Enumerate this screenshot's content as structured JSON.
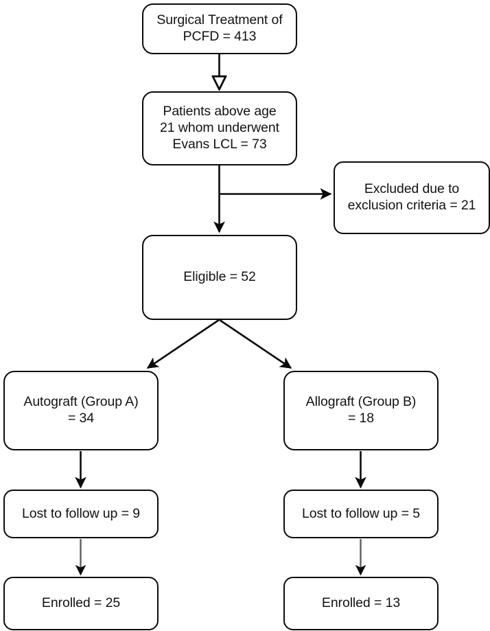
{
  "diagram": {
    "title": "Surgical Treatment of PCFD study flow diagram",
    "type": "flowchart",
    "stroke_color": "#0a0a0a",
    "fill_color": "#ffffff",
    "text_color": "#121212"
  },
  "nodes": {
    "source": {
      "id": "source",
      "label": "Surgical Treatment of\nPCFD = 413",
      "count": 413
    },
    "screened": {
      "id": "screened",
      "label": "Patients above age\n21 whom underwent\nEvans LCL = 73",
      "count": 73
    },
    "excluded": {
      "id": "excluded",
      "label": "Excluded due to\nexclusion criteria = 21",
      "count": 21
    },
    "eligible": {
      "id": "eligible",
      "label": "Eligible = 52",
      "count": 52
    },
    "autograft": {
      "id": "autograft",
      "label": "Autograft (Group A)\n= 34",
      "count": 34
    },
    "allograft": {
      "id": "allograft",
      "label": "Allograft (Group B)\n= 18",
      "count": 18
    },
    "lost_a": {
      "id": "lost_a",
      "label": "Lost to follow up = 9",
      "count": 9
    },
    "lost_b": {
      "id": "lost_b",
      "label": "Lost to follow up = 5",
      "count": 5
    },
    "enrolled_a": {
      "id": "enrolled_a",
      "label": "Enrolled = 25",
      "count": 25
    },
    "enrolled_b": {
      "id": "enrolled_b",
      "label": "Enrolled = 13",
      "count": 13
    }
  },
  "edges": [
    {
      "from": "source",
      "to": "screened",
      "arrowhead": "hollow-triangle"
    },
    {
      "from": "screened",
      "to": "eligible",
      "arrowhead": "filled-triangle"
    },
    {
      "from": "screened",
      "to": "excluded",
      "arrowhead": "filled-triangle"
    },
    {
      "from": "eligible",
      "to": "autograft",
      "arrowhead": "filled-triangle"
    },
    {
      "from": "eligible",
      "to": "allograft",
      "arrowhead": "filled-triangle"
    },
    {
      "from": "autograft",
      "to": "lost_a",
      "arrowhead": "filled-triangle"
    },
    {
      "from": "allograft",
      "to": "lost_b",
      "arrowhead": "filled-triangle"
    },
    {
      "from": "lost_a",
      "to": "enrolled_a",
      "arrowhead": "filled-triangle"
    },
    {
      "from": "lost_b",
      "to": "enrolled_b",
      "arrowhead": "filled-triangle"
    }
  ]
}
